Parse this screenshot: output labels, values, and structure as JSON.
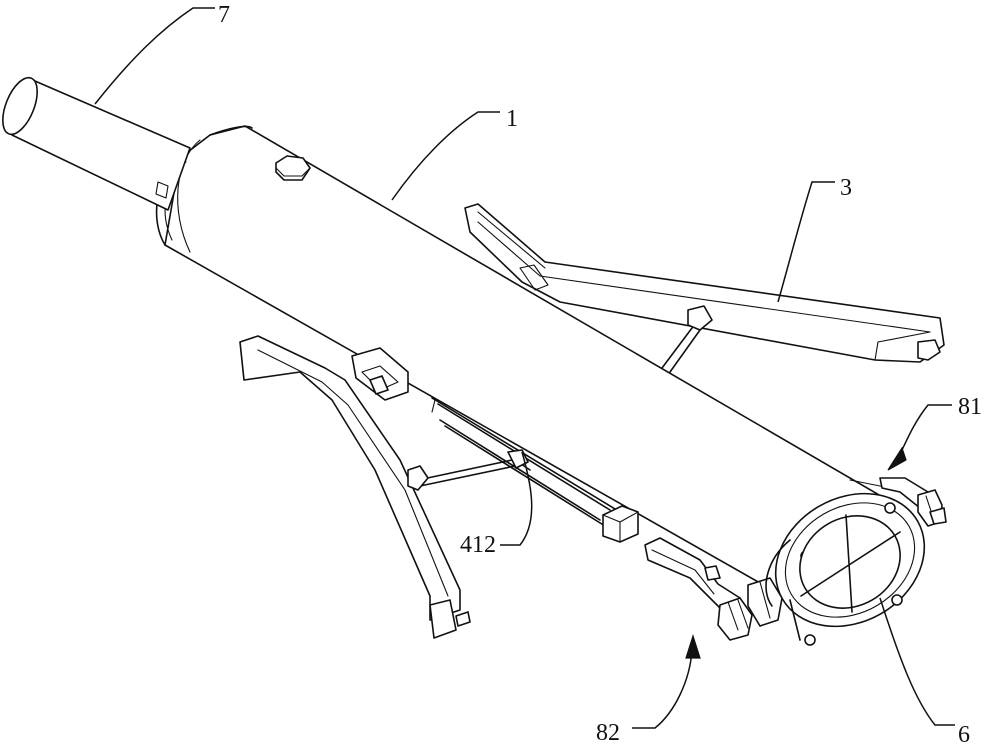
{
  "labels": {
    "tube": "1",
    "frame_arm": "3",
    "cover": "6",
    "tail_pipe": "7",
    "link_rod": "412",
    "clamp_upper": "81",
    "clamp_lower": "82"
  }
}
